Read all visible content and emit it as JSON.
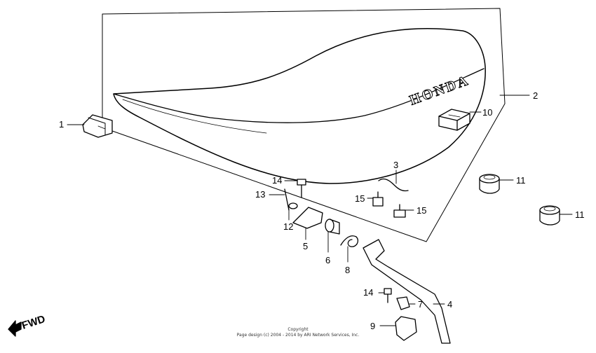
{
  "seat_brand": "HONDA",
  "fwd_label": "FWD",
  "copyright_line1": "Copyright",
  "copyright_line2": "Page design (c) 2004 - 2014 by ARI Network Services, Inc.",
  "callouts": {
    "c1": "1",
    "c2": "2",
    "c3": "3",
    "c4": "4",
    "c5": "5",
    "c6": "6",
    "c7": "7",
    "c8": "8",
    "c9": "9",
    "c10": "10",
    "c11a": "11",
    "c11b": "11",
    "c12": "12",
    "c13": "13",
    "c14a": "14",
    "c14b": "14",
    "c15a": "15",
    "c15b": "15"
  }
}
